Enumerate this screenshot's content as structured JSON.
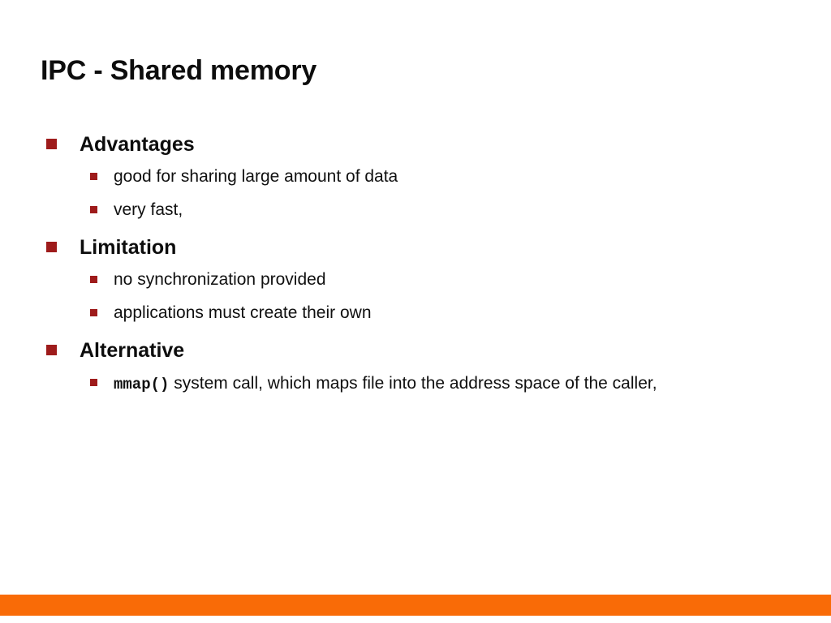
{
  "slide": {
    "title": "IPC - Shared memory",
    "background_color": "#FFFFFF",
    "title_color": "#0D0D0D",
    "bullet_color": "#9E1B1B",
    "accent_bar_color": "#F96B07",
    "sections": [
      {
        "heading": "Advantages",
        "items": [
          {
            "text": " good for sharing large amount of data"
          },
          {
            "text": "very fast,"
          }
        ]
      },
      {
        "heading": "Limitation",
        "items": [
          {
            "text": " no synchronization provided"
          },
          {
            "text": "applications must create their own"
          }
        ]
      },
      {
        "heading": "Alternative",
        "items": [
          {
            "code": "mmap()",
            "text": " system call, which maps file into the address space of the caller,"
          }
        ]
      }
    ]
  }
}
